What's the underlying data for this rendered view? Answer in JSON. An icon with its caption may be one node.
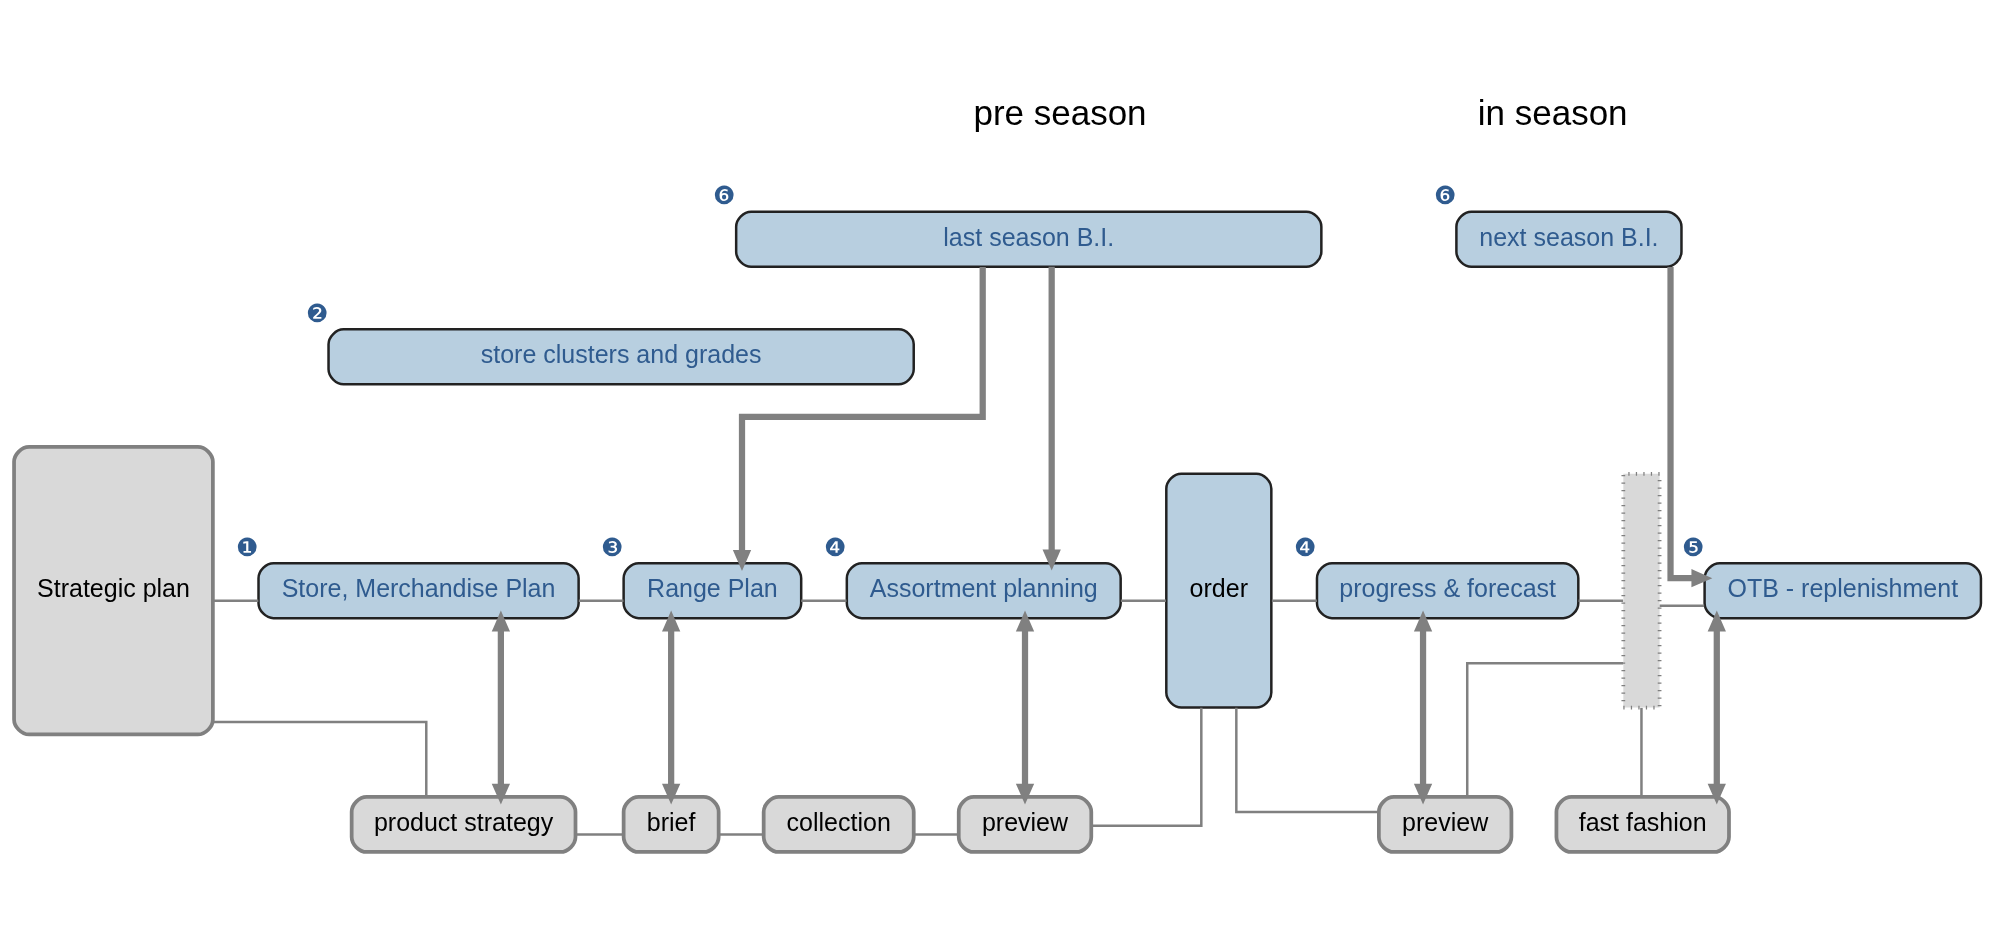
{
  "diagram": {
    "nodes": [
      {
        "text": [
          "Strategic plan"
        ]
      },
      {
        "text": [
          "last season B.I."
        ],
        "beside": [
          "❻"
        ]
      },
      {
        "text": [
          "store clusters and grades"
        ],
        "beside": [
          "❷"
        ]
      },
      {
        "text": [
          "Store, Merchandise Plan"
        ],
        "beside": [
          "❶"
        ]
      },
      {
        "text": [
          "Range Plan"
        ],
        "beside": [
          "❸"
        ]
      },
      {
        "text": [
          "Assortment planning"
        ],
        "beside": [
          "❹"
        ]
      },
      {
        "text": [
          "order"
        ]
      },
      {
        "text": [
          "progress & forecast"
        ],
        "beside": [
          "❹"
        ]
      },
      {
        "text": [],
        "shape": "box"
      },
      {
        "text": [
          "next season B.I."
        ],
        "beside": [
          "❻"
        ]
      },
      {
        "text": [
          "OTB - replenishment"
        ],
        "beside": [
          "❺"
        ]
      },
      {
        "text": [
          "product strategy"
        ]
      },
      {
        "text": [
          "brief"
        ]
      },
      {
        "text": [
          "collection"
        ]
      },
      {
        "text": [
          "preview"
        ]
      },
      {
        "text": [
          "preview"
        ]
      },
      {
        "text": [
          "fast fashion"
        ]
      }
    ],
    "edges": [
      {
        "from": 0,
        "to": 3,
        "arrow": "none"
      },
      {
        "from": 0,
        "to": 11,
        "arrow": "none"
      },
      {
        "from": 3,
        "to": 4,
        "arrow": "none"
      },
      {
        "from": 4,
        "to": 5,
        "arrow": "none"
      },
      {
        "from": 11,
        "to": 12,
        "arrow": "none"
      },
      {
        "from": 12,
        "to": 13,
        "arrow": "none"
      },
      {
        "from": 13,
        "to": 14,
        "arrow": "none"
      },
      {
        "from": 1,
        "to": 4,
        "arrow": "to",
        "style": "thick"
      },
      {
        "from": 1,
        "to": 5,
        "arrow": "to",
        "style": "thick"
      },
      {
        "from": 3,
        "to": 11,
        "arrow": "both",
        "style": "thick"
      },
      {
        "from": 4,
        "to": 12,
        "arrow": "both",
        "style": "thick"
      },
      {
        "from": 5,
        "to": 14,
        "arrow": "both",
        "style": "thick"
      },
      {
        "from": 5,
        "to": 6,
        "arrow": "none"
      },
      {
        "from": 14,
        "to": 6,
        "arrow": "none"
      },
      {
        "from": 6,
        "to": 7,
        "arrow": "none"
      },
      {
        "from": 6,
        "to": 15,
        "arrow": "none"
      },
      {
        "from": 7,
        "to": 15,
        "arrow": "both",
        "style": "thick"
      },
      {
        "from": 7,
        "to": 8,
        "arrow": "none"
      },
      {
        "from": 15,
        "to": 8,
        "arrow": "none"
      },
      {
        "from": 8,
        "to": 10,
        "arrow": "none"
      },
      {
        "from": 8,
        "to": 16,
        "arrow": "none"
      },
      {
        "from": 9,
        "to": 10,
        "arrow": "to",
        "style": "thick"
      },
      {
        "from": 10,
        "to": 16,
        "arrow": "both",
        "style": "thick"
      }
    ],
    "labels": [
      "pre season",
      "in season"
    ]
  }
}
